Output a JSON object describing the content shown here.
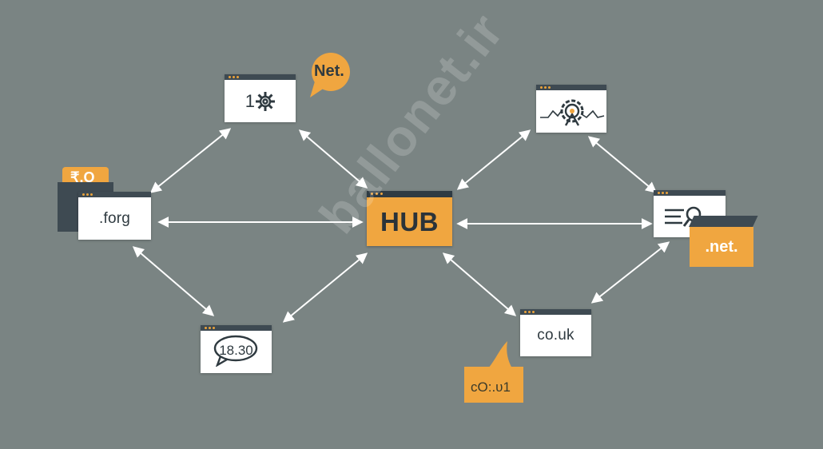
{
  "hub": {
    "label": "HUB"
  },
  "nodes": {
    "top_gear": {
      "label": "1"
    },
    "forg": {
      "label": ".forg"
    },
    "bottom_left": {
      "label": "18.30"
    },
    "co_uk": {
      "label": "co.uk"
    }
  },
  "badges": {
    "net_bubble": "Net.",
    "left_tag": "₹.O",
    "net_box": ".net.",
    "co_bubble": "cO:.υ1"
  },
  "watermark": "ballonet.ir",
  "colors": {
    "background": "#7a8483",
    "accent": "#f0a640",
    "dark": "#3e4a52",
    "arrow": "#ffffff"
  }
}
